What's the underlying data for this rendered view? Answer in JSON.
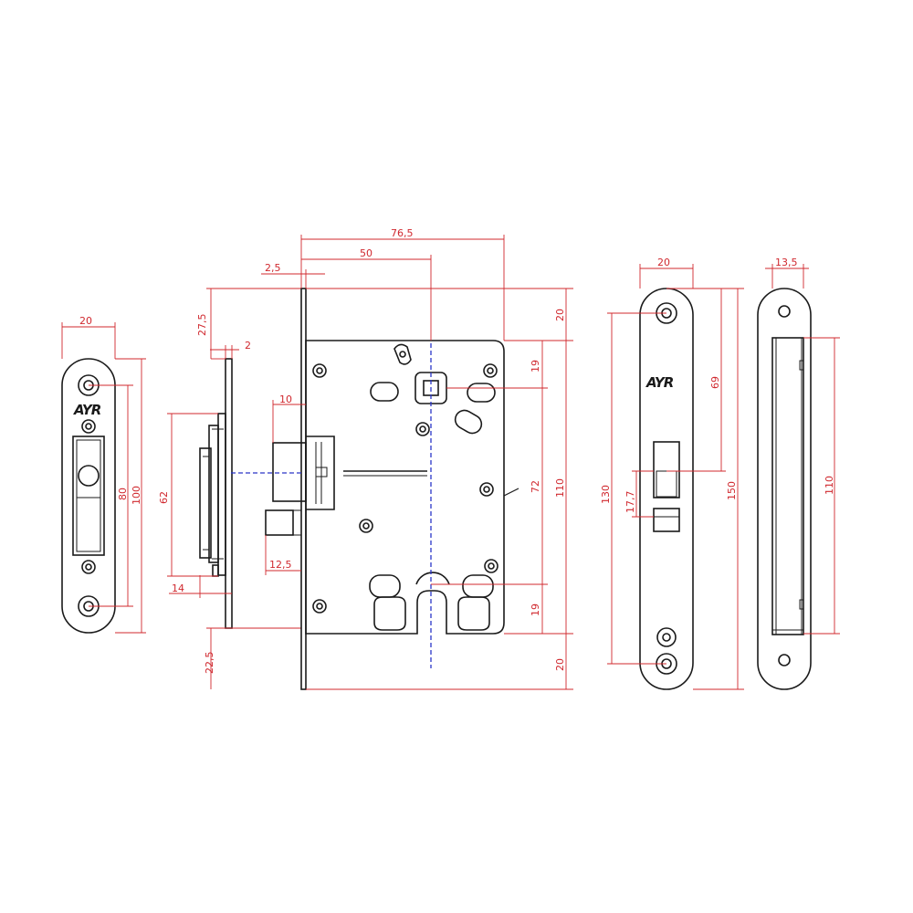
{
  "brand": "AYR",
  "colors": {
    "outline": "#1a1a1a",
    "dimension": "#d0282e",
    "centerline": "#2a35c8",
    "background": "#ffffff"
  },
  "dimensions": {
    "strike_width": "20",
    "strike_80": "80",
    "strike_100": "100",
    "side_27_5": "27,5",
    "side_2": "2",
    "side_62": "62",
    "side_14": "14",
    "side_22_5": "22,5",
    "body_76_5": "76,5",
    "body_50": "50",
    "body_2_5": "2,5",
    "body_10": "10",
    "body_12_5": "12,5",
    "body_20_top": "20",
    "body_19_top": "19",
    "body_72": "72",
    "body_19_bottom": "19",
    "body_110": "110",
    "body_20_bottom": "20",
    "front_20": "20",
    "front_69": "69",
    "front_130": "130",
    "front_17_7": "17,7",
    "front_150": "150",
    "back_13_5": "13,5",
    "back_110": "110"
  }
}
